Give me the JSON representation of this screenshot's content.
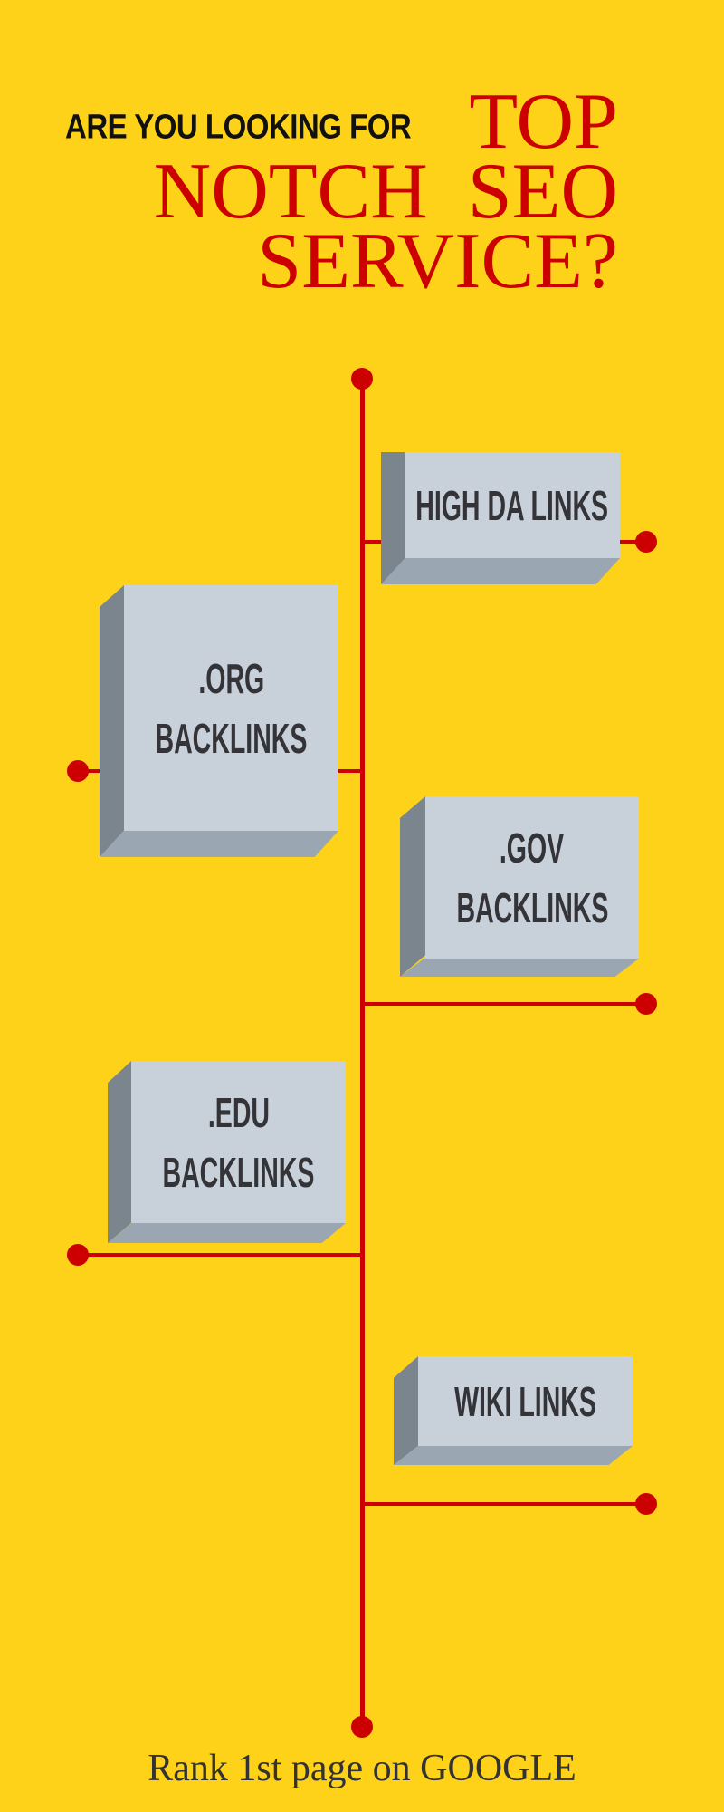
{
  "header": {
    "intro": "ARE YOU LOOKING FOR",
    "headline_lines": [
      "TOP",
      "NOTCH  SEO",
      "SERVICE?"
    ]
  },
  "timeline": {
    "items": [
      {
        "lines": [
          "HIGH DA LINKS"
        ]
      },
      {
        "lines": [
          ".ORG",
          "BACKLINKS"
        ]
      },
      {
        "lines": [
          ".GOV",
          "BACKLINKS"
        ]
      },
      {
        "lines": [
          ".EDU",
          "BACKLINKS"
        ]
      },
      {
        "lines": [
          "WIKI LINKS"
        ]
      }
    ]
  },
  "footer": {
    "text": "Rank 1st page on GOOGLE"
  },
  "colors": {
    "background": "#ffd21a",
    "accent": "#cc0000",
    "box": "#c8d0da",
    "text": "#333338"
  }
}
